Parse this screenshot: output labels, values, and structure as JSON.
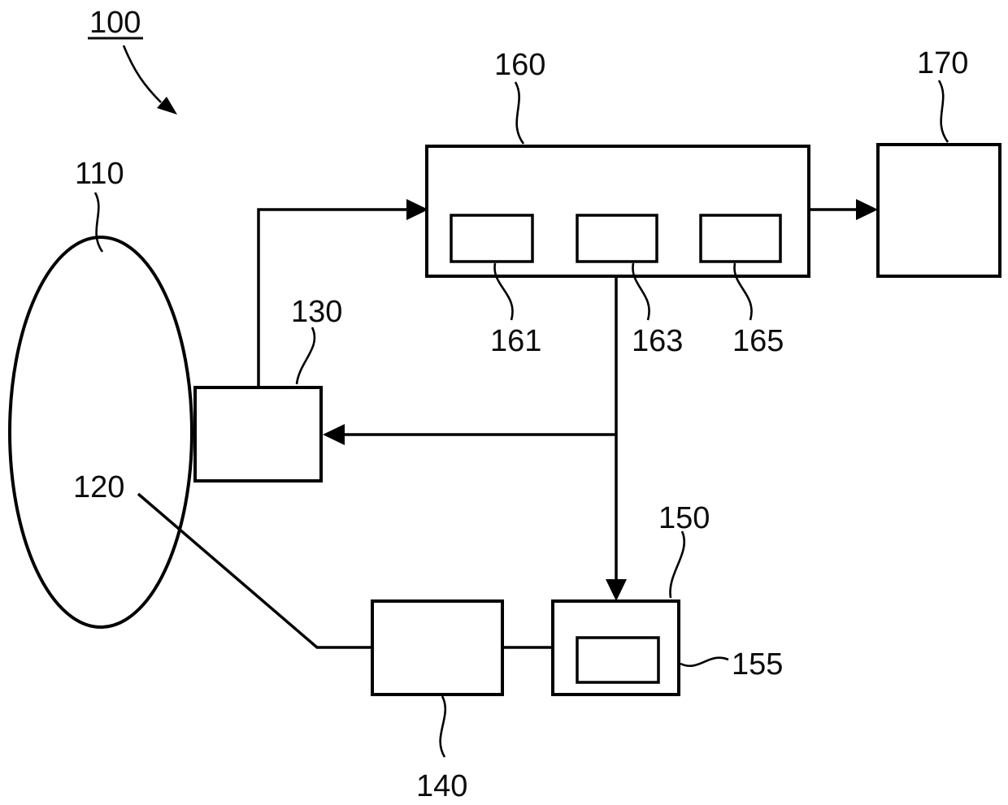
{
  "diagram": {
    "colors": {
      "line": "#000000",
      "background": "#ffffff",
      "text": "#0b0b0b"
    },
    "labels": {
      "ref100": "100",
      "ref110": "110",
      "ref120": "120",
      "ref130": "130",
      "ref140": "140",
      "ref150": "150",
      "ref155": "155",
      "ref160": "160",
      "ref161": "161",
      "ref163": "163",
      "ref165": "165",
      "ref170": "170"
    }
  }
}
